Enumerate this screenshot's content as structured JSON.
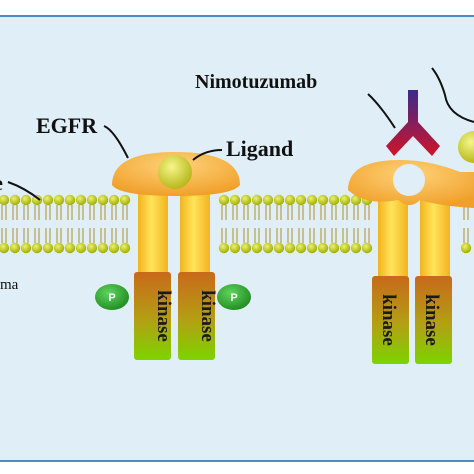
{
  "labels": {
    "egfr": "EGFR",
    "ligand": "Ligand",
    "nimotuzumab": "Nimotuzumab",
    "membrane_fragment": "e",
    "plasma_fragment": "ma",
    "kinase": "kinase",
    "phospho": "P"
  },
  "colors": {
    "background": "#ffffff",
    "panel": "#dfeef7",
    "panel_border": "#4f8cbd",
    "receptor": "#f5b13a",
    "stalk": "#ffd54d",
    "ligand": "#e2e23a",
    "lipid_head": "#c8d400",
    "kinase_top": "#c8691a",
    "kinase_bottom": "#7dd400",
    "phospho": "#2faa2f",
    "antibody_top": "#3b2a8c",
    "antibody_bottom": "#d0142a"
  }
}
